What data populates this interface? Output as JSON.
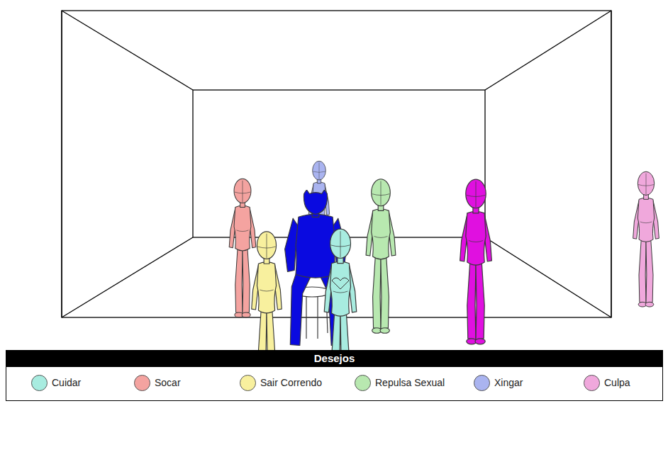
{
  "diagram": {
    "labels": [
      "Desejos"
    ],
    "legend": [
      {
        "text": "Cuidar",
        "color": "#a8ece0"
      },
      {
        "text": "Socar",
        "color": "#f4a3a0"
      },
      {
        "text": "Sair Correndo",
        "color": "#f8f09e"
      },
      {
        "text": "Repulsa Sexual",
        "color": "#b8e8b0"
      },
      {
        "text": "Xingar",
        "color": "#aab4f0"
      },
      {
        "text": "Culpa",
        "color": "#f0a8dc"
      }
    ]
  }
}
